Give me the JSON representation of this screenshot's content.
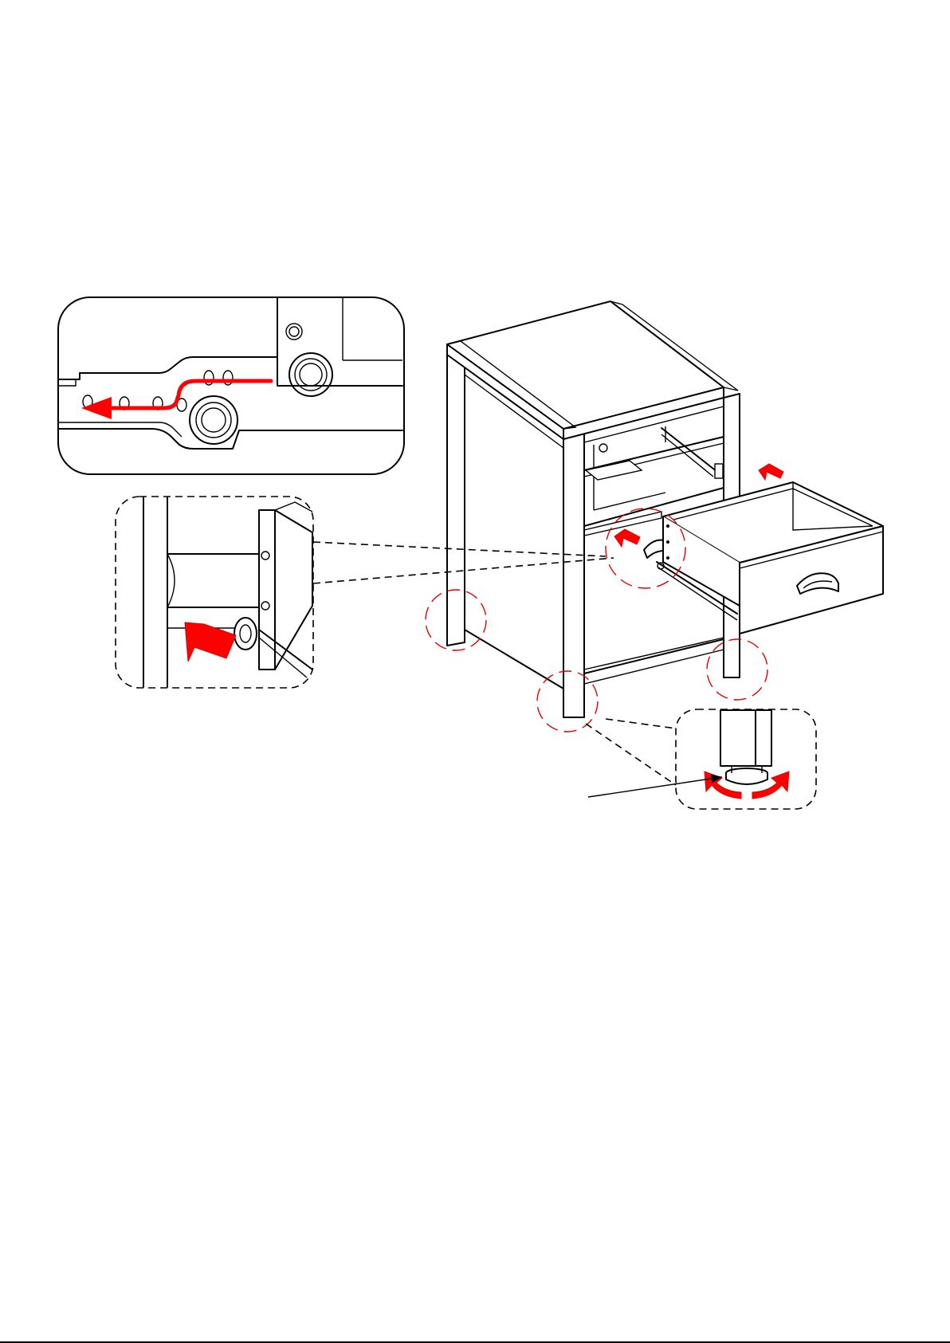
{
  "colors": {
    "line": "#000000",
    "arrow": "#ff0000",
    "callout_circle": "#e00000",
    "background": "#ffffff"
  },
  "scene": {
    "subject": "nightstand-with-drawer-on-slides",
    "callouts": [
      "drawer-slide-release-detail",
      "slide-screw-detail",
      "leveling-foot-detail"
    ]
  }
}
